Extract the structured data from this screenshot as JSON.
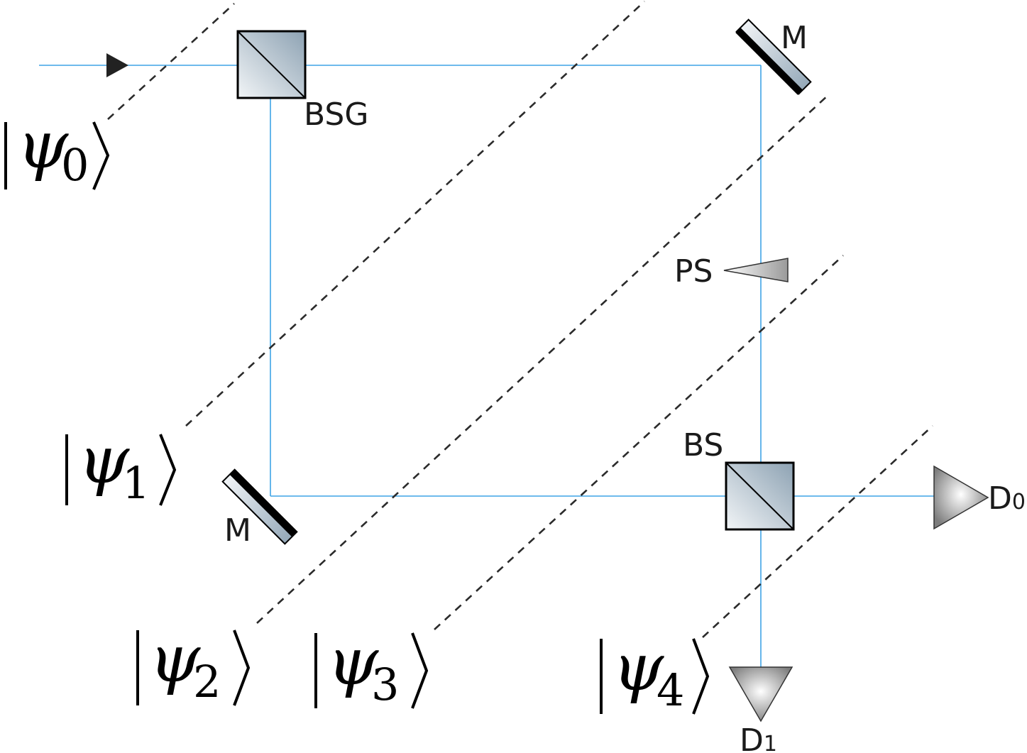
{
  "labels": {
    "bsg": "BSG",
    "bs": "BS",
    "ps": "PS",
    "mirror_top": "M",
    "mirror_bottom": "M",
    "detector0": {
      "letter": "D",
      "index": "0"
    },
    "detector1": {
      "letter": "D",
      "index": "1"
    }
  },
  "states": [
    {
      "symbol": "ψ",
      "index": "0"
    },
    {
      "symbol": "ψ",
      "index": "1"
    },
    {
      "symbol": "ψ",
      "index": "2"
    },
    {
      "symbol": "ψ",
      "index": "3"
    },
    {
      "symbol": "ψ",
      "index": "4"
    }
  ],
  "colors": {
    "beam": "#3fa3e6",
    "dashed_line": "#2b2b2b",
    "optic_fill": "#a9b8c4",
    "mirror_backing": "#000000"
  }
}
